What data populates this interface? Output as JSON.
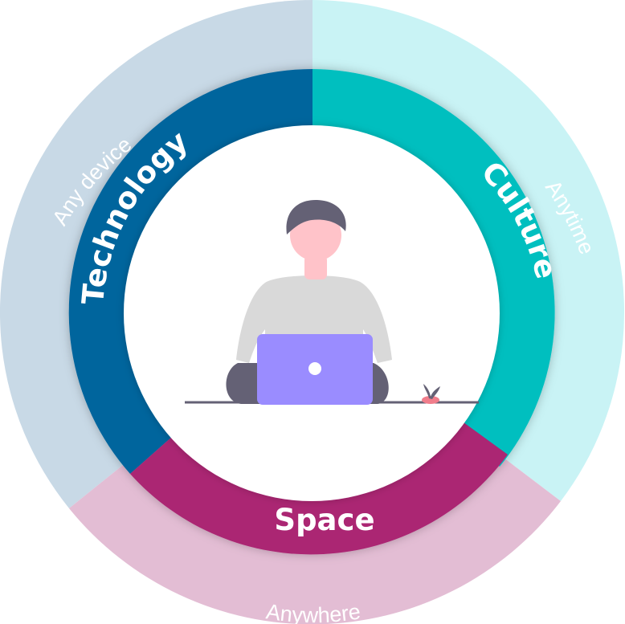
{
  "colors": {
    "outer_technology": "#c8d9e6",
    "outer_culture": "#c9f3f5",
    "outer_space": "#e3bdd4",
    "technology": "#06659d",
    "culture": "#00bfbf",
    "space": "#ab2573",
    "person_hair": "#646175",
    "person_skin": "#ffc3c9",
    "person_shirt": "#d9d9d9",
    "laptop": "#9a8cff",
    "plant_pot": "#f07d8b",
    "ground_line": "#646175"
  },
  "inner_ring": {
    "technology": "Technology",
    "culture": "Culture",
    "space": "Space"
  },
  "outer_ring": {
    "technology": "Any device",
    "culture": "Anytime",
    "space": "Anywhere"
  },
  "center_icon": "person-with-laptop-illustration"
}
